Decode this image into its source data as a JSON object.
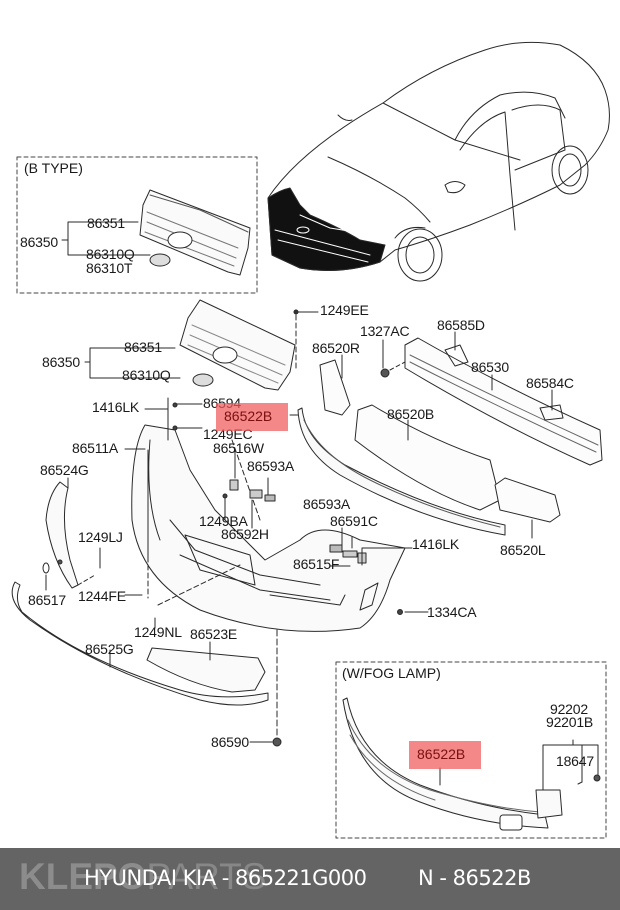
{
  "diagram": {
    "inset_b_type": {
      "title": "(B TYPE)",
      "labels": {
        "assy": "86350",
        "grille": "86351",
        "emblem_q": "86310Q",
        "emblem_t": "86310T"
      }
    },
    "inset_fog_lamp": {
      "title": "(W/FOG LAMP)",
      "labels": {
        "lower_grille": "86522B",
        "fog_lamp_1": "92202",
        "fog_lamp_2": "92201B",
        "bulb": "18647"
      }
    },
    "main_labels": {
      "grille_assy": "86350",
      "grille": "86351",
      "emblem": "86310Q",
      "screw_1249ee": "1249EE",
      "nut_1327ac": "1327AC",
      "bracket_86585d": "86585D",
      "absorber_r": "86520R",
      "beam": "86530",
      "bracket_86584c": "86584C",
      "absorber_b": "86520B",
      "absorber_l": "86520L",
      "clip_1416lk_top": "1416LK",
      "clip_86594": "86594",
      "lower_grille_highlight": "86522B",
      "screw_1249ec": "1249EC",
      "bumper_cover": "86511A",
      "bracket_86516w": "86516W",
      "bracket_86593a_top": "86593A",
      "moulding_86524g": "86524G",
      "screw_1249ba": "1249BA",
      "bracket_86592h": "86592H",
      "bracket_86593a_mid": "86593A",
      "bracket_86591c": "86591C",
      "bracket_86515f": "86515F",
      "clip_1416lk_mid": "1416LK",
      "screw_1249lj": "1249LJ",
      "cap_86517": "86517",
      "bolt_1244fe": "1244FE",
      "nut_1334ca": "1334CA",
      "screw_1249nl": "1249NL",
      "garnish_86523e": "86523E",
      "lip_86525g": "86525G",
      "clip_86590": "86590"
    },
    "highlight_color": "#f05a5a"
  },
  "footer": {
    "watermark_bold": "KLEPO",
    "watermark_light": "PARTS",
    "caption_part": "HYUNDAI  KIA - 865221G000",
    "caption_ref": "N - 86522B",
    "background_color": "#646464"
  }
}
